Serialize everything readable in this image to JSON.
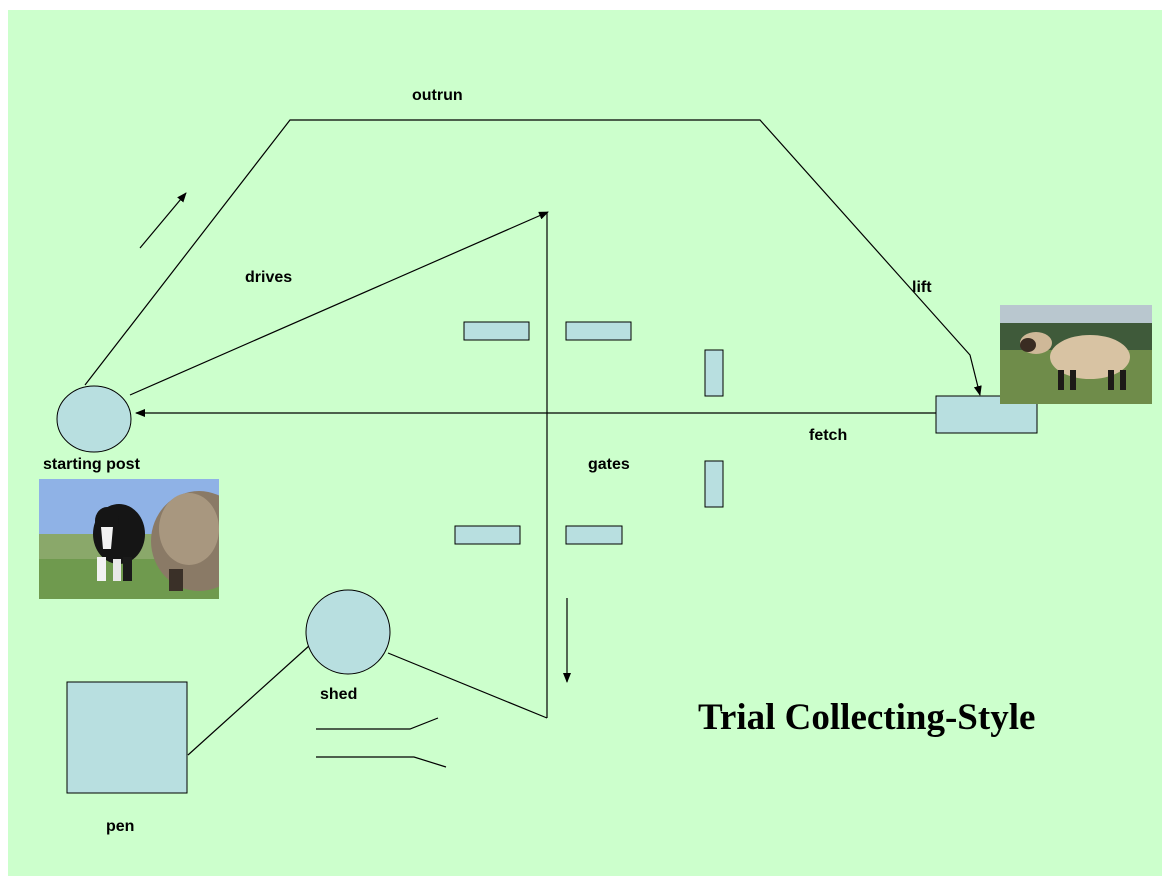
{
  "title": "Trial Collecting-Style",
  "labels": {
    "outrun": "outrun",
    "drives": "drives",
    "lift": "lift",
    "fetch": "fetch",
    "gates": "gates",
    "starting_post": "starting post",
    "shed": "shed",
    "pen": "pen"
  },
  "colors": {
    "background": "#ccffcc",
    "shape_fill": "#b8dfe0",
    "line": "#000000"
  },
  "photos": {
    "dog_photo": "dog-with-sheep-photo",
    "sheep_photo": "sheep-photo"
  }
}
